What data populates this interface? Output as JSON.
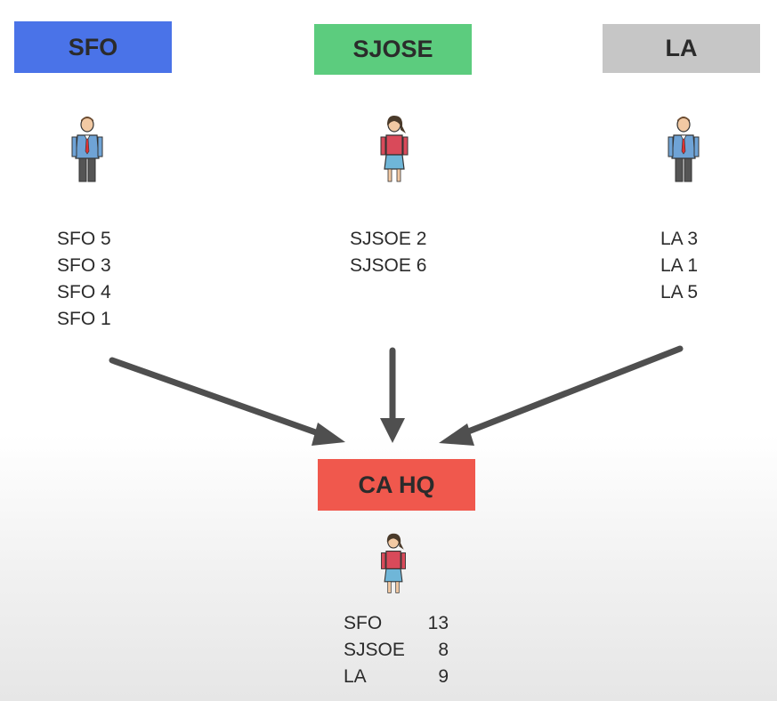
{
  "colors": {
    "sfo": "#4a73e8",
    "sjose": "#5ccc7e",
    "la": "#c6c6c6",
    "hq": "#f0584d",
    "arrow": "#4f4f4f"
  },
  "regions": {
    "sfo": {
      "label": "SFO",
      "entries": [
        "SFO 5",
        "SFO 3",
        "SFO 4",
        "SFO 1"
      ]
    },
    "sjose": {
      "label": "SJOSE",
      "entries": [
        "SJSOE 2",
        "SJSOE 6"
      ]
    },
    "la": {
      "label": "LA",
      "entries": [
        "LA 3",
        "LA 1",
        "LA 5"
      ]
    }
  },
  "hq": {
    "label": "CA HQ",
    "totals": [
      {
        "name": "SFO",
        "value": "13"
      },
      {
        "name": "SJSOE",
        "value": "8"
      },
      {
        "name": "LA",
        "value": "9"
      }
    ]
  },
  "icons": {
    "sfo_person": "businessman-icon",
    "sjose_person": "businesswoman-icon",
    "la_person": "businessman-icon",
    "hq_person": "businesswoman-icon"
  }
}
